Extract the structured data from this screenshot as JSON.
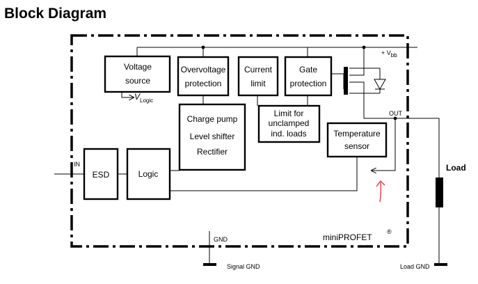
{
  "page": {
    "title": "Block Diagram"
  },
  "blocks": {
    "voltage_source": [
      "Voltage",
      "source"
    ],
    "vlogic": {
      "main": "V",
      "sub": "Logic"
    },
    "overvoltage": [
      "Overvoltage",
      "protection"
    ],
    "current_limit": [
      "Current",
      "limit"
    ],
    "gate_protection": [
      "Gate",
      "protection"
    ],
    "charge_pump": [
      "Charge pump",
      "Level shifter",
      "Rectifier"
    ],
    "limit_unclamped": [
      "Limit for",
      "unclamped",
      "ind. loads"
    ],
    "temperature": [
      "Temperature",
      "sensor"
    ],
    "esd": "ESD",
    "logic": "Logic"
  },
  "pins": {
    "vbb": {
      "prefix": "+ V",
      "sub": "bb"
    },
    "out": "OUT",
    "in": "IN",
    "gnd": "GND"
  },
  "labels": {
    "load": "Load",
    "signal_gnd": "Signal GND",
    "load_gnd": "Load GND",
    "brand": "miniPROFET",
    "registered": "®"
  },
  "colors": {
    "annotation": "#e53030"
  }
}
